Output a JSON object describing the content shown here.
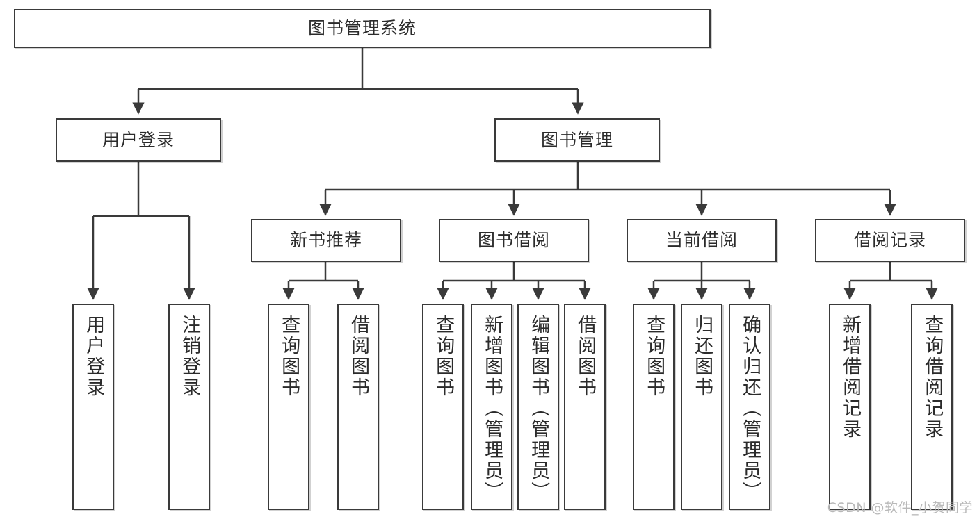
{
  "diagram": {
    "title": "图书管理系统",
    "type": "功能结构图",
    "stroke_color": "#3a3a3a",
    "text_color": "#2b2b2b",
    "background_color": "#ffffff",
    "watermark": "CSDN @软件_小贺同学"
  },
  "nodes": {
    "root": {
      "label": "图书管理系统"
    },
    "level1": [
      {
        "label": "用户登录"
      },
      {
        "label": "图书管理"
      }
    ],
    "level2": [
      {
        "label": "新书推荐"
      },
      {
        "label": "图书借阅"
      },
      {
        "label": "当前借阅"
      },
      {
        "label": "借阅记录"
      }
    ],
    "leaves_user_login": [
      {
        "label": "用户登录"
      },
      {
        "label": "注销登录"
      }
    ],
    "leaves_new_book": [
      {
        "label": "查询图书"
      },
      {
        "label": "借阅图书"
      }
    ],
    "leaves_borrow": [
      {
        "label": "查询图书"
      },
      {
        "label": "新增图书（管理员）"
      },
      {
        "label": "编辑图书（管理员）"
      },
      {
        "label": "借阅图书"
      }
    ],
    "leaves_current": [
      {
        "label": "查询图书"
      },
      {
        "label": "归还图书"
      },
      {
        "label": "确认归还（管理员）"
      }
    ],
    "leaves_record": [
      {
        "label": "新增借阅记录"
      },
      {
        "label": "查询借阅记录"
      }
    ]
  }
}
